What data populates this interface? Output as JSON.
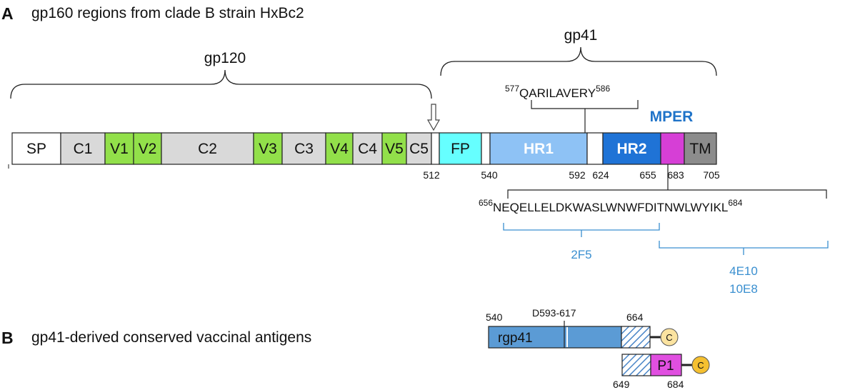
{
  "panel_a": {
    "letter": "A",
    "title": "gp160 regions from clade B strain HxBc2",
    "gp120_label": "gp120",
    "gp41_label": "gp41",
    "mper_label": "MPER",
    "segments": [
      {
        "label": "SP",
        "color": "#ffffff"
      },
      {
        "label": "C1",
        "color": "#d9d9d9"
      },
      {
        "label": "V1",
        "color": "#92e04a"
      },
      {
        "label": "V2",
        "color": "#92e04a"
      },
      {
        "label": "C2",
        "color": "#d9d9d9"
      },
      {
        "label": "V3",
        "color": "#92e04a"
      },
      {
        "label": "C3",
        "color": "#d9d9d9"
      },
      {
        "label": "V4",
        "color": "#92e04a"
      },
      {
        "label": "C4",
        "color": "#d9d9d9"
      },
      {
        "label": "V5",
        "color": "#92e04a"
      },
      {
        "label": "C5",
        "color": "#d9d9d9"
      },
      {
        "label": "",
        "color": "#ffffff"
      },
      {
        "label": "FP",
        "color": "#66ffff"
      },
      {
        "label": "",
        "color": "#ffffff"
      },
      {
        "label": "HR1",
        "color": "#8ec2f5"
      },
      {
        "label": "",
        "color": "#ffffff"
      },
      {
        "label": "HR2",
        "color": "#1f73d6"
      },
      {
        "label": "",
        "color": "#d63fd6"
      },
      {
        "label": "TM",
        "color": "#8c8c8c"
      }
    ],
    "positions": [
      "512",
      "540",
      "592",
      "624",
      "655",
      "683",
      "705"
    ],
    "seq_upper": {
      "start": "577",
      "residues": "QARILAVERY",
      "end": "586"
    },
    "seq_lower": {
      "start": "656",
      "residues": "NEQELLELDKWASLWNWFDITNWLWYIKL",
      "end": "684"
    },
    "antibodies": {
      "left": "2F5",
      "right_lines": [
        "4E10",
        "10E8"
      ]
    }
  },
  "panel_b": {
    "letter": "B",
    "title": "gp41-derived conserved vaccinal antigens",
    "rgp41": {
      "label": "rgp41",
      "pos_start": "540",
      "deletion": "D593-617",
      "pos_end": "664",
      "cys": "C"
    },
    "p1": {
      "label": "P1",
      "pos_start": "649",
      "pos_end": "684",
      "cys": "C"
    }
  },
  "colors": {
    "antibody_blue": "#3a8fd0",
    "mper_blue": "#1f73c8",
    "rgp41_blue": "#5b9bd5",
    "p1_magenta": "#e04fe0",
    "cys_yellow": "#f5c030"
  }
}
